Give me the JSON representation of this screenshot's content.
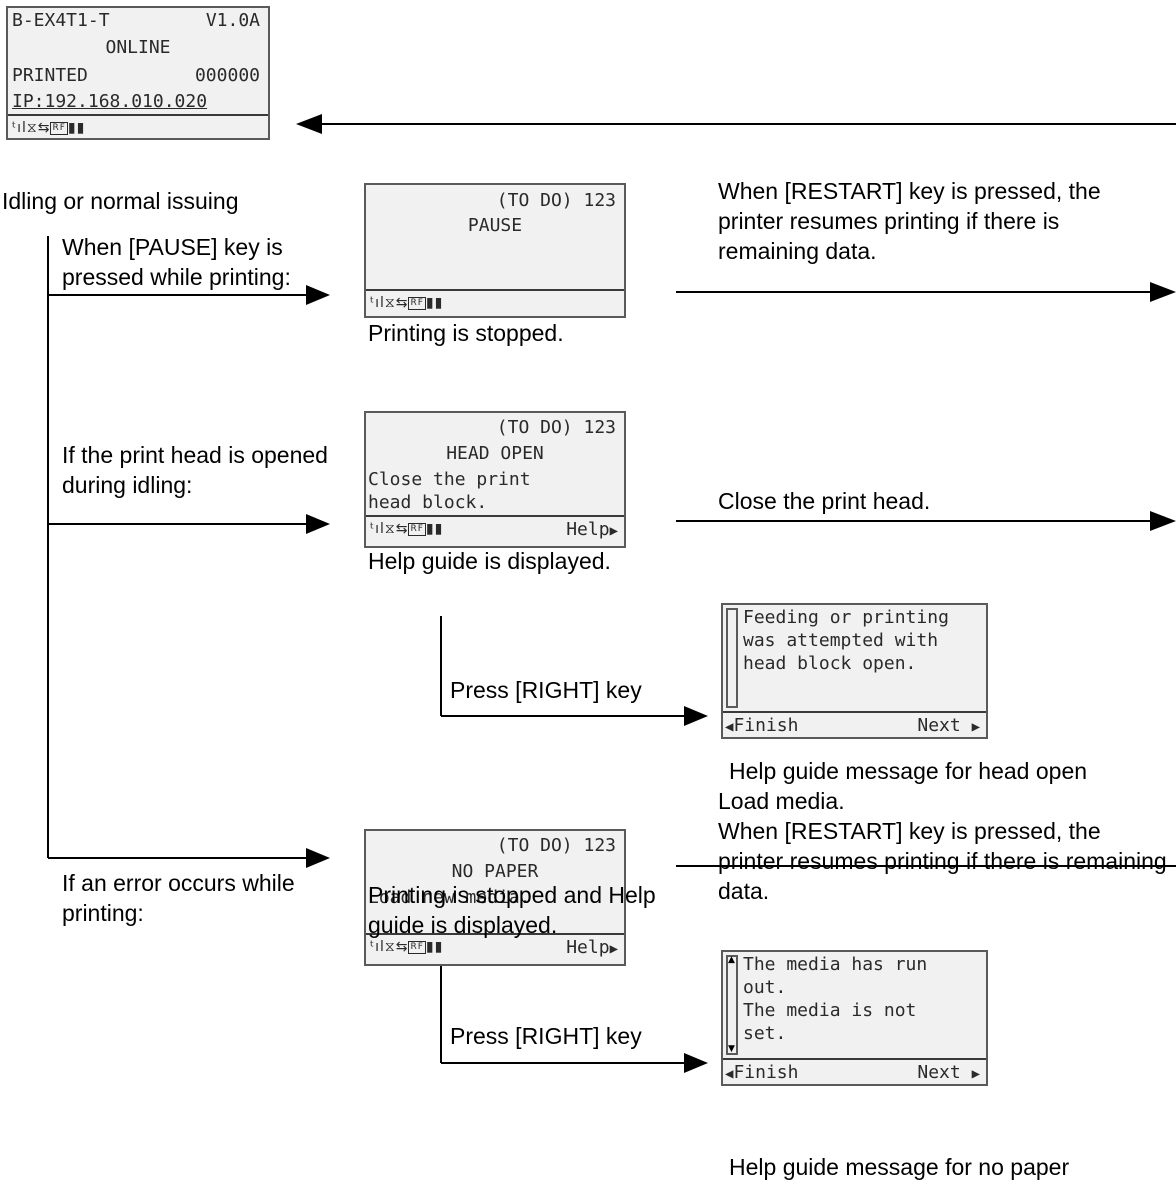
{
  "idle_screen": {
    "model": "B-EX4T1-T",
    "version": "V1.0A",
    "status": "ONLINE",
    "printed_label": "PRINTED",
    "printed_count": "000000",
    "ip": "IP:192.168.010.020",
    "status_icons": [
      "antenna-icon",
      "ribbon-icon",
      "network-icon",
      "rf-icon",
      "media-icon"
    ],
    "caption": "Idling or normal issuing"
  },
  "pause_branch": {
    "condition": "When [PAUSE] key is pressed while printing:",
    "screen": {
      "to_do": "(TO DO) 123",
      "status": "PAUSE"
    },
    "result_caption": "Printing is stopped.",
    "action": "When [RESTART] key is pressed, the printer resumes printing if there is remaining data."
  },
  "head_open_branch": {
    "condition": "If the print head is opened during idling:",
    "screen": {
      "to_do": "(TO DO) 123",
      "status": "HEAD OPEN",
      "message_1": "Close the print",
      "message_2": "head block.",
      "help": "Help"
    },
    "result_caption": "Help guide is displayed.",
    "action": "Close the print head.",
    "right_key": "Press [RIGHT] key",
    "help_screen": {
      "line_1": "Feeding or printing",
      "line_2": "was attempted with",
      "line_3": "head block open.",
      "finish": "Finish",
      "next": "Next"
    },
    "help_caption": "Help guide message for head open"
  },
  "no_paper_branch": {
    "condition": "If an error occurs while printing:",
    "screen": {
      "to_do": "(TO DO) 123",
      "status": "NO PAPER",
      "message_1": "Load new media.",
      "help": "Help"
    },
    "result_caption": "Printing is stopped and Help guide is displayed.",
    "action": "Load media.\nWhen [RESTART] key is pressed, the printer resumes printing if there is remaining data.",
    "right_key": "Press [RIGHT] key",
    "help_screen": {
      "line_1": "The media has run",
      "line_2": "out.",
      "line_3": "The media is not",
      "line_4": "set.",
      "finish": "Finish",
      "next": "Next"
    },
    "help_caption": "Help guide message for no paper"
  }
}
